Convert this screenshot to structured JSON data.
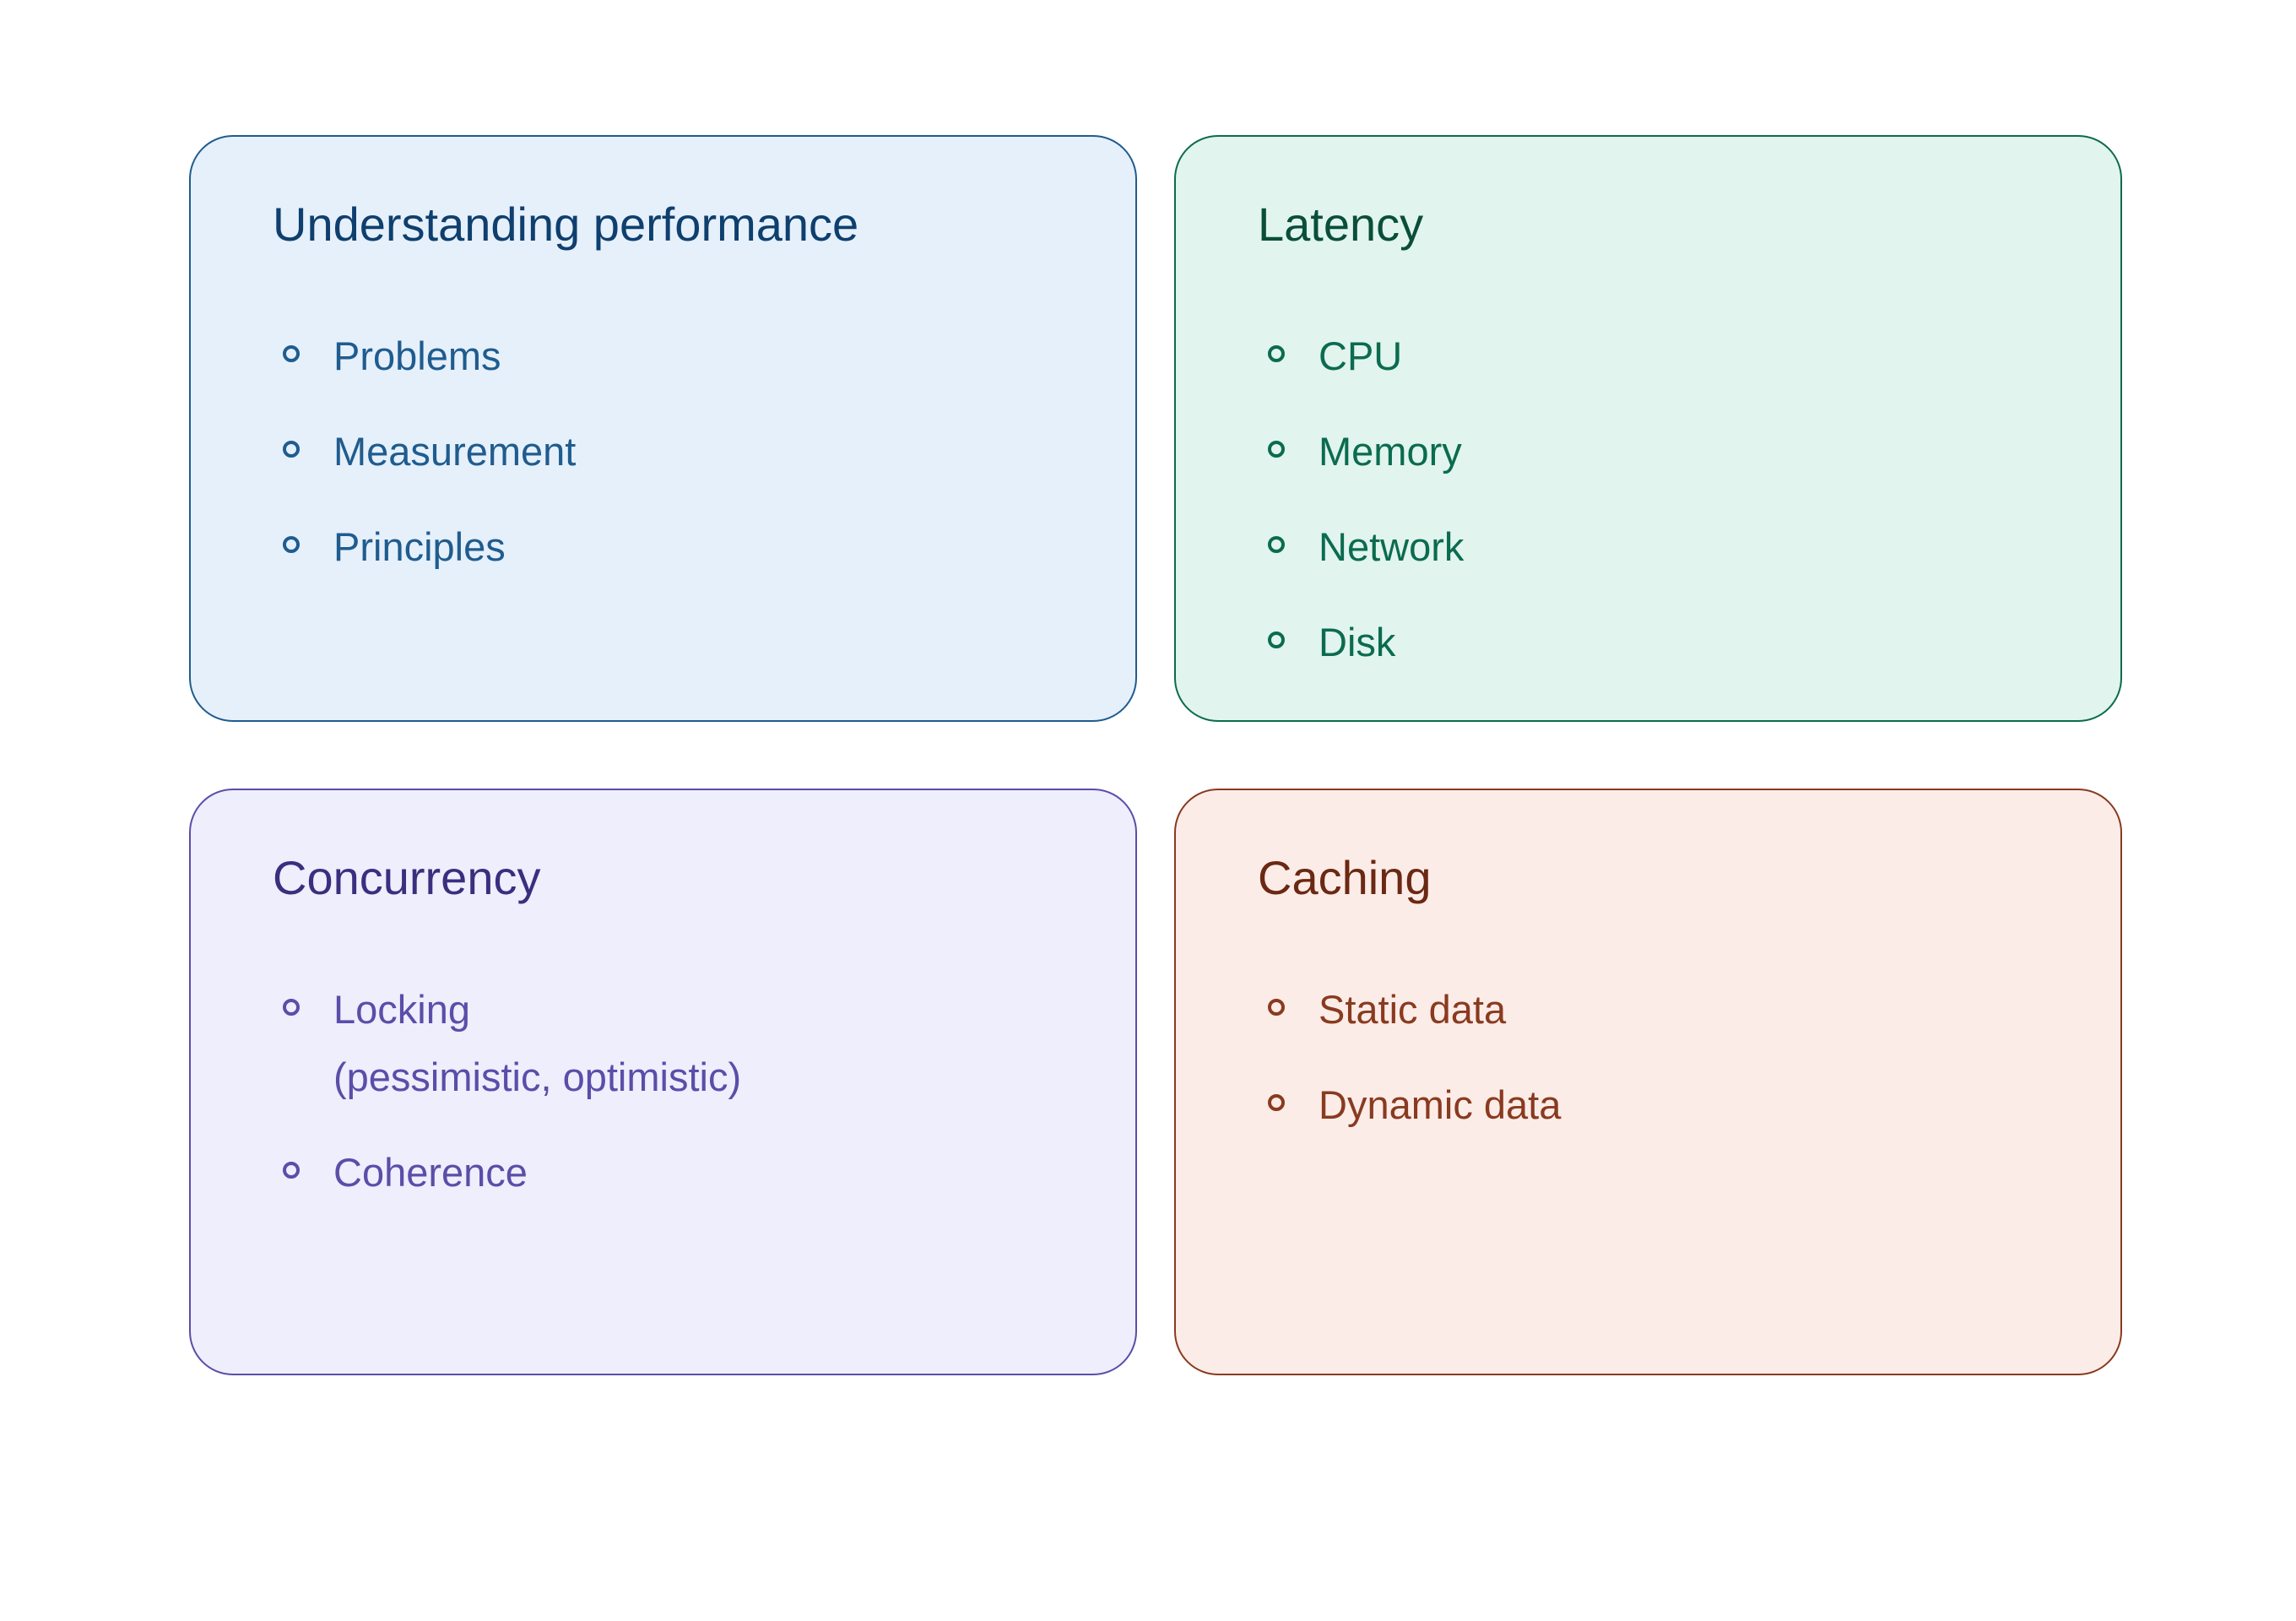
{
  "cards": [
    {
      "title": "Understanding performance",
      "colors": {
        "bg": "#E6F0FA",
        "border": "#1F5C8F",
        "title": "#0E3F6E",
        "item": "#1F5C8F"
      },
      "items": [
        {
          "label": "Problems"
        },
        {
          "label": "Measurement"
        },
        {
          "label": "Principles"
        }
      ]
    },
    {
      "title": "Latency",
      "colors": {
        "bg": "#E1F4EE",
        "border": "#0B6B4F",
        "title": "#0A4E3A",
        "item": "#0B6B4F"
      },
      "items": [
        {
          "label": "CPU"
        },
        {
          "label": "Memory"
        },
        {
          "label": "Network"
        },
        {
          "label": "Disk"
        }
      ]
    },
    {
      "title": "Concurrency",
      "colors": {
        "bg": "#EEEEFC",
        "border": "#5B4DA8",
        "title": "#3B2E7E",
        "item": "#5B4DA8"
      },
      "items": [
        {
          "label": "Locking",
          "sub": "(pessimistic, optimistic)"
        },
        {
          "label": "Coherence"
        }
      ]
    },
    {
      "title": "Caching",
      "colors": {
        "bg": "#FBECE8",
        "border": "#8A3A1F",
        "title": "#6B2812",
        "item": "#8A3A1F"
      },
      "items": [
        {
          "label": "Static data"
        },
        {
          "label": "Dynamic data"
        }
      ]
    }
  ]
}
